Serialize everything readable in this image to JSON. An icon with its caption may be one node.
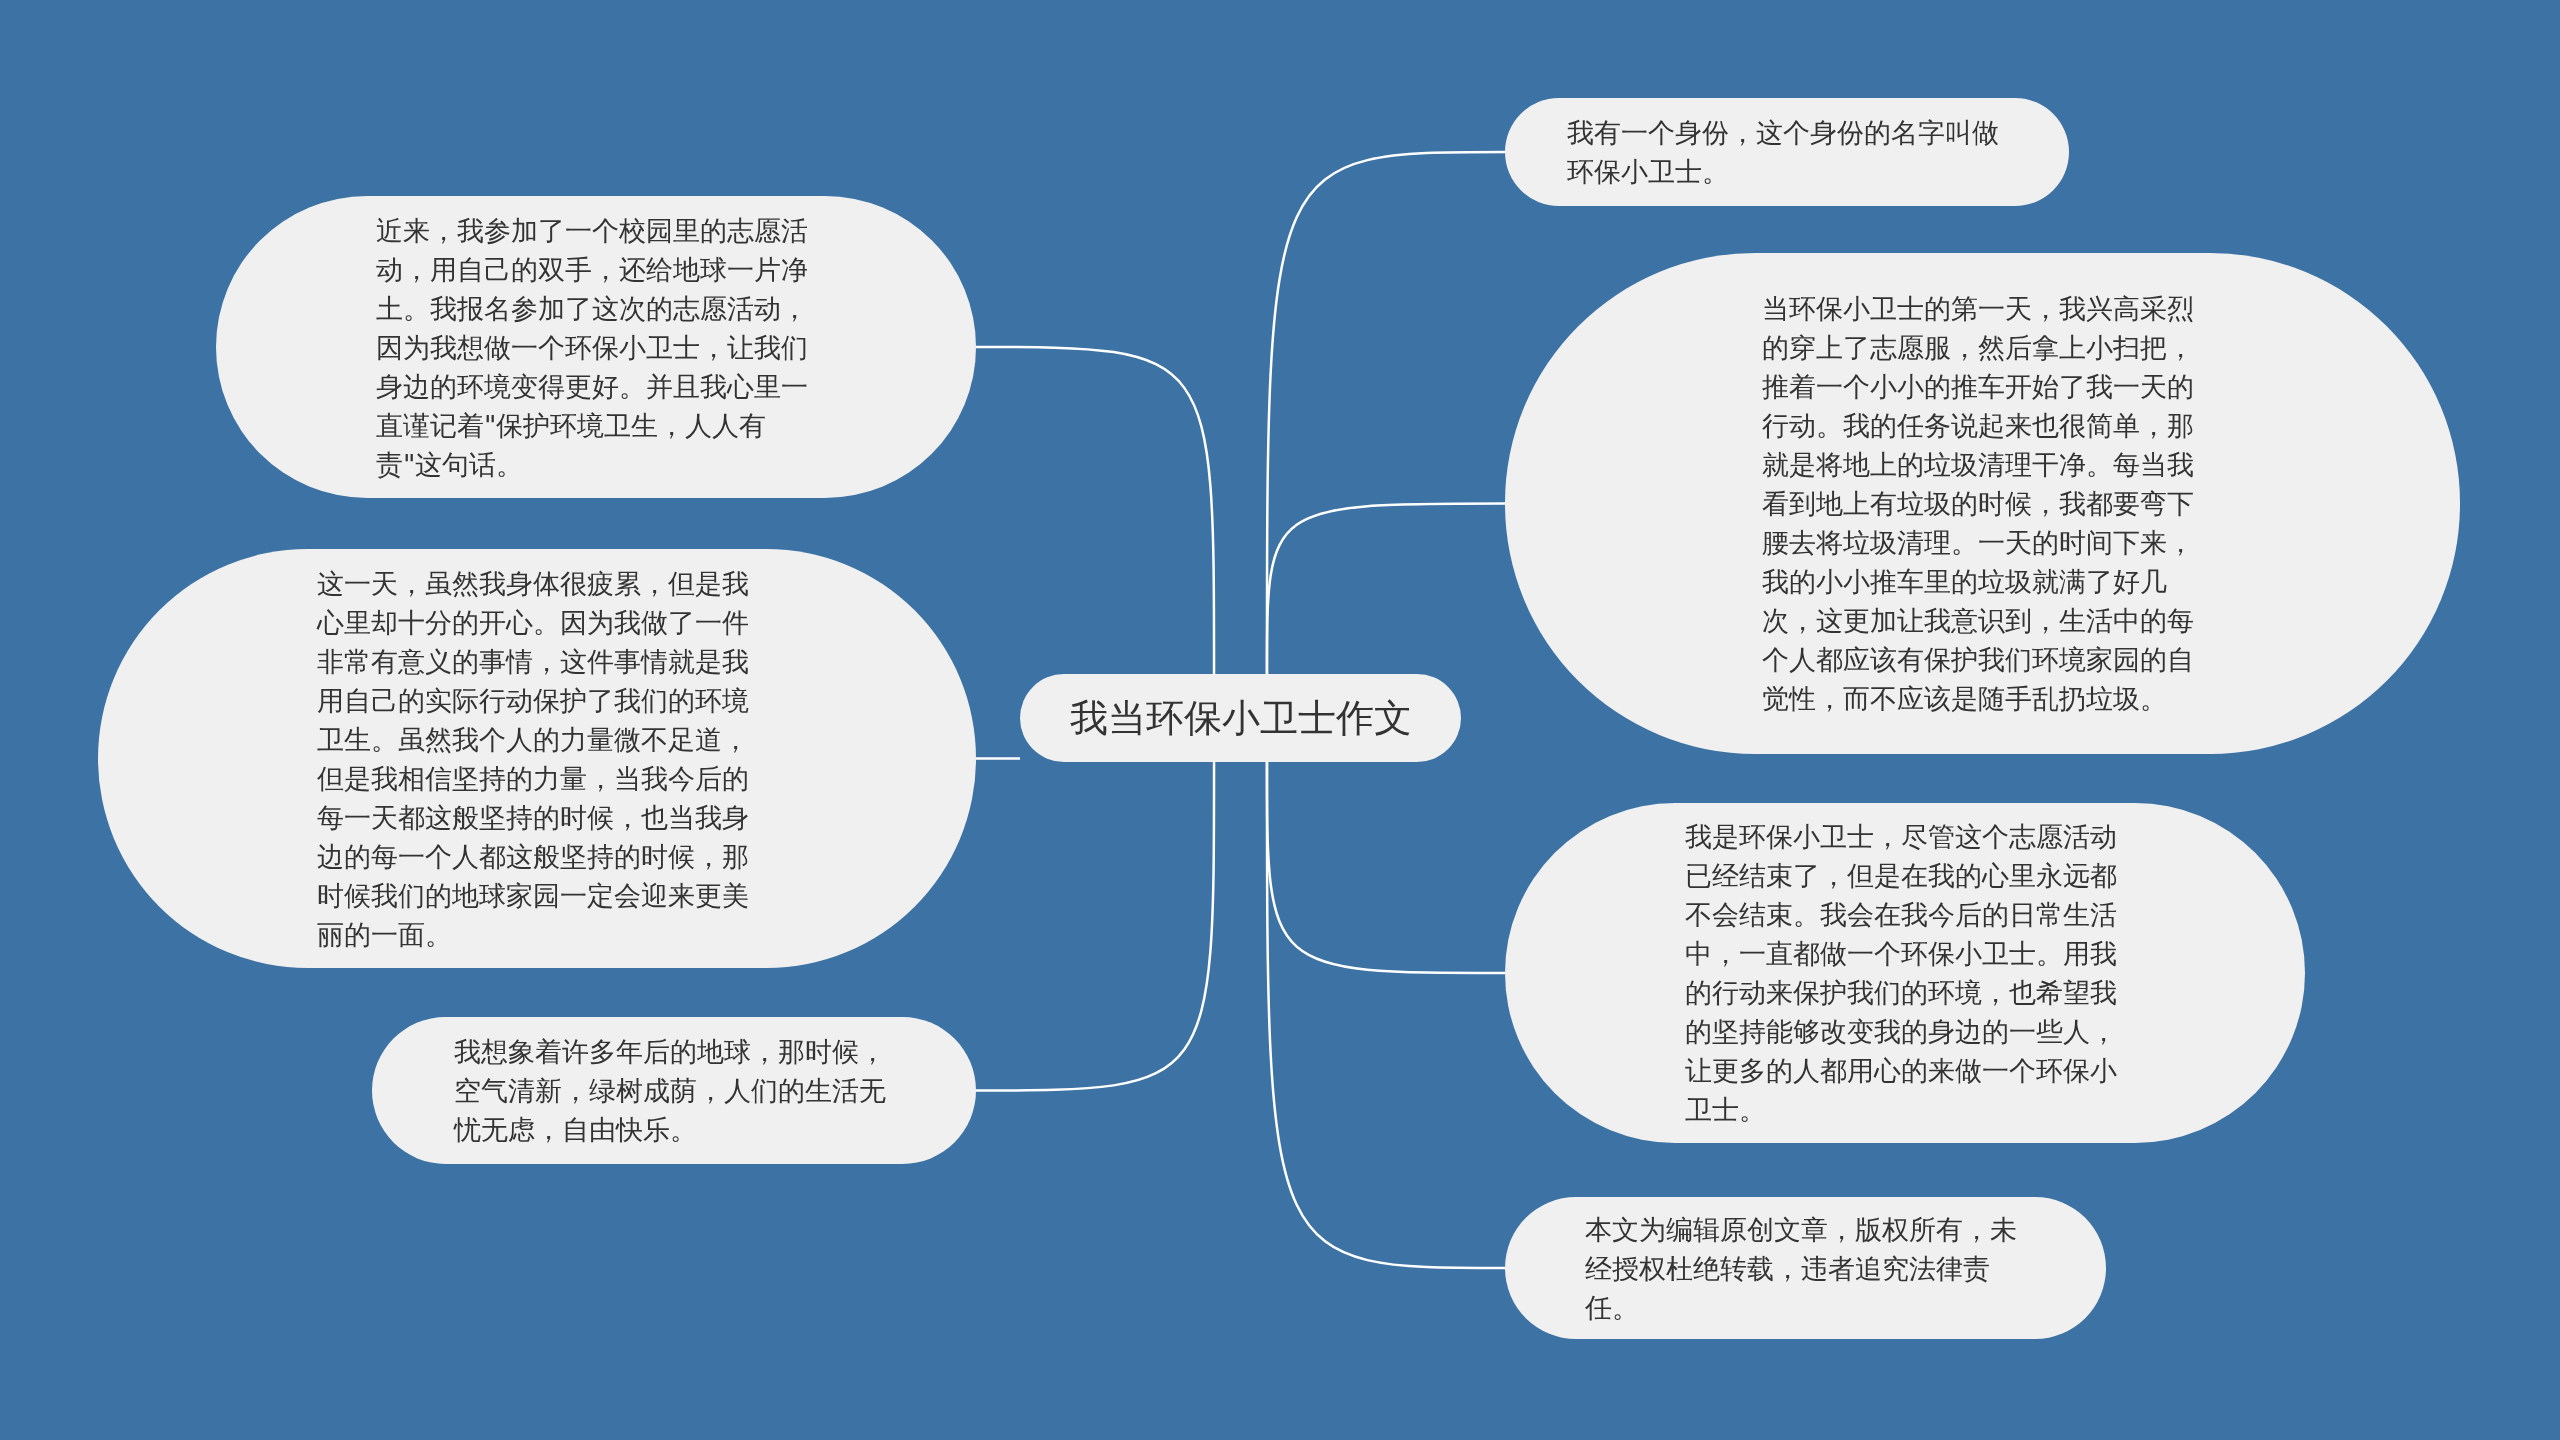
{
  "diagram": {
    "nodes": [
      {
        "text": [
          "我当环保小卫士作文"
        ]
      },
      {
        "text": [
          "近来，我参加了一个校园里的志愿活动，用自己的双手，还给地球一片净土。我报名参加了这次的志愿活动，因为我想做一个环保小卫士，让我们身边的环境变得更好。并且我心里一直谨记着\"保护环境卫生，人人有责\"这句话。"
        ]
      },
      {
        "text": [
          "这一天，虽然我身体很疲累，但是我心里却十分的开心。因为我做了一件非常有意义的事情，这件事情就是我用自己的实际行动保护了我们的环境卫生。虽然我个人的力量微不足道，但是我相信坚持的力量，当我今后的每一天都这般坚持的时候，也当我身边的每一个人都这般坚持的时候，那时候我们的地球家园一定会迎来更美丽的一面。"
        ]
      },
      {
        "text": [
          "我想象着许多年后的地球，那时候，空气清新，绿树成荫，人们的生活无忧无虑，自由快乐。"
        ]
      },
      {
        "text": [
          "我有一个身份，这个身份的名字叫做环保小卫士。"
        ]
      },
      {
        "text": [
          "当环保小卫士的第一天，我兴高采烈的穿上了志愿服，然后拿上小扫把，推着一个小小的推车开始了我一天的行动。我的任务说起来也很简单，那就是将地上的垃圾清理干净。每当我看到地上有垃圾的时候，我都要弯下腰去将垃圾清理。一天的时间下来，我的小小推车里的垃圾就满了好几次，这更加让我意识到，生活中的每个人都应该有保护我们环境家园的自觉性，而不应该是随手乱扔垃圾。"
        ]
      },
      {
        "text": [
          "我是环保小卫士，尽管这个志愿活动已经结束了，但是在我的心里永远都不会结束。我会在我今后的日常生活中，一直都做一个环保小卫士。用我的行动来保护我们的环境，也希望我的坚持能够改变我的身边的一些人，让更多的人都用心的来做一个环保小卫士。"
        ]
      },
      {
        "text": [
          "本文为编辑原创文章，版权所有，未经授权杜绝转载，违者追究法律责任。"
        ]
      }
    ],
    "edges": [
      {
        "from": 0,
        "to": 1,
        "arrow": "none"
      },
      {
        "from": 0,
        "to": 2,
        "arrow": "none"
      },
      {
        "from": 0,
        "to": 3,
        "arrow": "none"
      },
      {
        "from": 0,
        "to": 4,
        "arrow": "none"
      },
      {
        "from": 0,
        "to": 5,
        "arrow": "none"
      },
      {
        "from": 0,
        "to": 6,
        "arrow": "none"
      },
      {
        "from": 0,
        "to": 7,
        "arrow": "none"
      }
    ]
  }
}
